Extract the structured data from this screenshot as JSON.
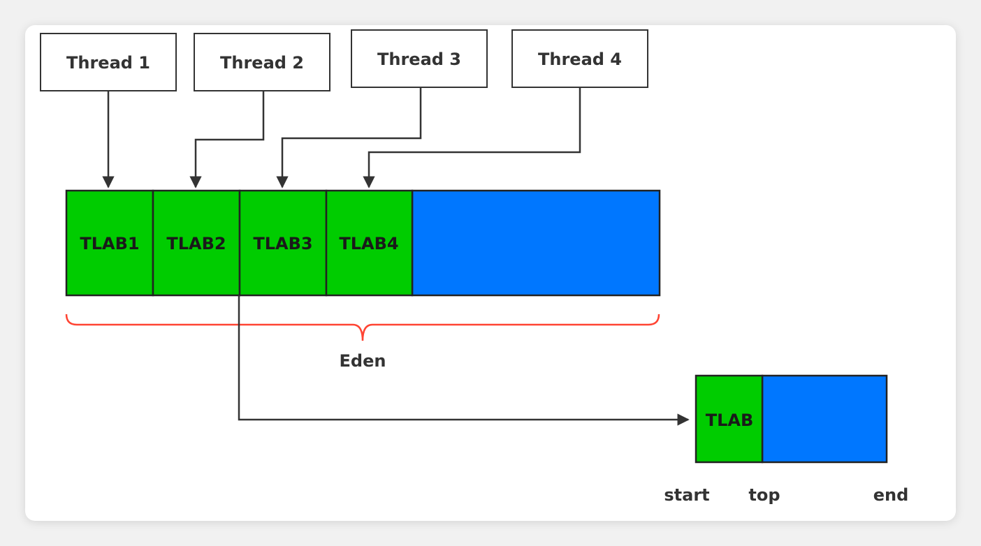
{
  "threads": [
    {
      "label": "Thread 1"
    },
    {
      "label": "Thread 2"
    },
    {
      "label": "Thread 3"
    },
    {
      "label": "Thread 4"
    }
  ],
  "eden": {
    "tlabs": [
      "TLAB1",
      "TLAB2",
      "TLAB3",
      "TLAB4"
    ],
    "label": "Eden"
  },
  "detail": {
    "tlab_label": "TLAB",
    "pointers": {
      "start": "start",
      "top": "top",
      "end": "end"
    }
  },
  "colors": {
    "tlab_fill": "#00cc00",
    "free_fill": "#0077ff",
    "brace": "#ff4433",
    "line": "#333333"
  }
}
